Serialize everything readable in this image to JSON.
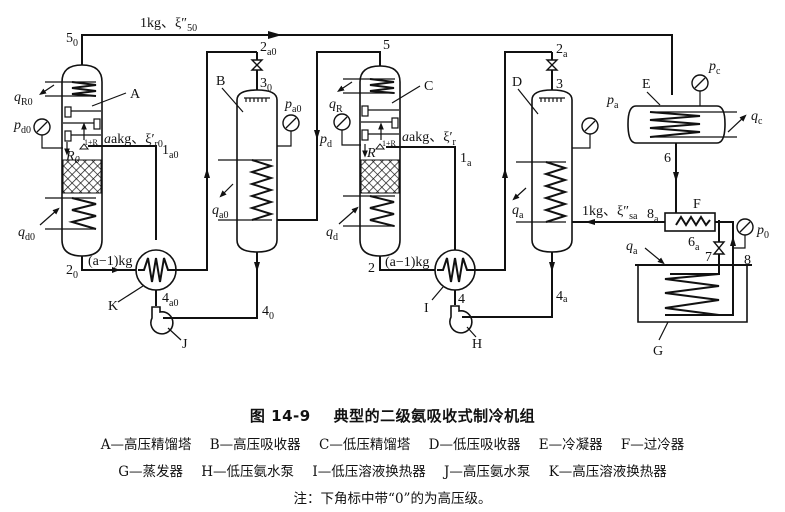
{
  "figure": {
    "number": "图 14-9",
    "title": "典型的二级氨吸收式制冷机组"
  },
  "components": [
    {
      "id": "A",
      "name": "高压精馏塔"
    },
    {
      "id": "B",
      "name": "高压吸收器"
    },
    {
      "id": "C",
      "name": "低压精馏塔"
    },
    {
      "id": "D",
      "name": "低压吸收器"
    },
    {
      "id": "E",
      "name": "冷凝器"
    },
    {
      "id": "F",
      "name": "过冷器"
    },
    {
      "id": "G",
      "name": "蒸发器"
    },
    {
      "id": "H",
      "name": "低压氨水泵"
    },
    {
      "id": "I",
      "name": "低压溶液换热器"
    },
    {
      "id": "J",
      "name": "高压氨水泵"
    },
    {
      "id": "K",
      "name": "高压溶液换热器"
    }
  ],
  "legend_lines": [
    [
      "A—高压精馏塔",
      "B—高压吸收器",
      "C—低压精馏塔",
      "D—低压吸收器",
      "E—冷凝器",
      "F—过冷器"
    ],
    [
      "G—蒸发器",
      "H—低压氨水泵",
      "I—低压溶液换热器",
      "J—高压氨水泵",
      "K—高压溶液换热器"
    ]
  ],
  "note": "注：下角标中带“0”的为高压级。",
  "labels": {
    "top_flow": {
      "main": "1kg、ξ″",
      "sub": "50"
    },
    "p5_0": {
      "main": "5",
      "sub": "0"
    },
    "qR0": {
      "main": "q",
      "sub": "R0"
    },
    "pd0": {
      "main": "p",
      "sub": "d0"
    },
    "akg0": {
      "main": "akg、ξ′",
      "sub": "r0"
    },
    "one_plus_R0": "1+R",
    "R0": {
      "main": "R",
      "sub": "0"
    },
    "p1a0": {
      "main": "1",
      "sub": "a0"
    },
    "qd0": {
      "main": "q",
      "sub": "d0"
    },
    "p2_0": {
      "main": "2",
      "sub": "0"
    },
    "a_minus_1_kg_0": "(a−1)kg",
    "p4a0": {
      "main": "4",
      "sub": "a0"
    },
    "p2a0": {
      "main": "2",
      "sub": "a0"
    },
    "p3_0": {
      "main": "3",
      "sub": "0"
    },
    "pa0": {
      "main": "p",
      "sub": "a0"
    },
    "qa0": {
      "main": "q",
      "sub": "a0"
    },
    "p4_0": {
      "main": "4",
      "sub": "0"
    },
    "p5": "5",
    "qR": {
      "main": "q",
      "sub": "R"
    },
    "pd": {
      "main": "p",
      "sub": "d"
    },
    "akg": {
      "main": "akg、ξ′",
      "sub": "r"
    },
    "one_plus_R": "1+R",
    "R": "R",
    "p1a": {
      "main": "1",
      "sub": "a"
    },
    "qd": {
      "main": "q",
      "sub": "d"
    },
    "p2": "2",
    "a_minus_1_kg": "(a−1)kg",
    "p4": "4",
    "p2a": {
      "main": "2",
      "sub": "a"
    },
    "p3": "3",
    "qa": {
      "main": "q",
      "sub": "a"
    },
    "p4a": {
      "main": "4",
      "sub": "a"
    },
    "pa": {
      "main": "p",
      "sub": "a"
    },
    "pc": {
      "main": "p",
      "sub": "c"
    },
    "qc": {
      "main": "q",
      "sub": "c"
    },
    "p6": "6",
    "flow_sa": {
      "main": "1kg、ξ″",
      "sub": "sa"
    },
    "p8a": {
      "main": "8",
      "sub": "a"
    },
    "p6a": {
      "main": "6",
      "sub": "a"
    },
    "p7": "7",
    "p8": "8",
    "p0": {
      "main": "p",
      "sub": "0"
    },
    "qa_evap": {
      "main": "q",
      "sub": "a"
    }
  }
}
